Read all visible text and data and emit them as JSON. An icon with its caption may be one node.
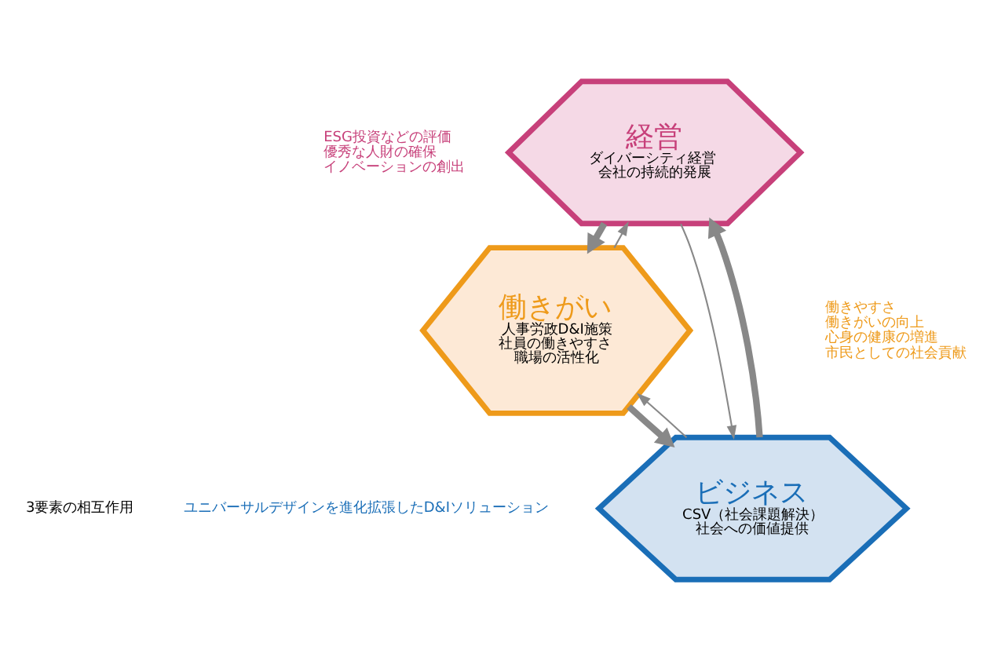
{
  "diagram": {
    "nodes": [
      {
        "text": [
          "経営",
          "ダイバーシティ経営",
          "会社の持続的発展"
        ],
        "beside": [
          "ESG投資などの評価",
          "優秀な人財の確保",
          "イノベーションの創出"
        ]
      },
      {
        "text": [
          "働きがい",
          "人事労政D&I施策",
          "社員の働きやすさ",
          "職場の活性化"
        ],
        "beside": [
          "働きやすさ",
          "働きがいの向上",
          "心身の健康の増進",
          "市民としての社会貢献"
        ]
      },
      {
        "text": [
          "ビジネス",
          "CSV（社会課題解決）",
          "社会への価値提供"
        ],
        "beside": [
          "ユニバーサルデザインを進化拡張したD&Iソリューション"
        ]
      }
    ],
    "edges": [
      {
        "from": 0,
        "to": 1,
        "arrow": "to",
        "style": "thick"
      },
      {
        "from": 1,
        "to": 2,
        "arrow": "to",
        "style": "thick"
      },
      {
        "from": 2,
        "to": 0,
        "arrow": "to",
        "style": "thick"
      },
      {
        "from": 1,
        "to": 0,
        "arrow": "to"
      },
      {
        "from": 2,
        "to": 1,
        "arrow": "to"
      },
      {
        "from": 0,
        "to": 2,
        "arrow": "to"
      }
    ],
    "labels": [
      "3要素の相互作用"
    ]
  }
}
